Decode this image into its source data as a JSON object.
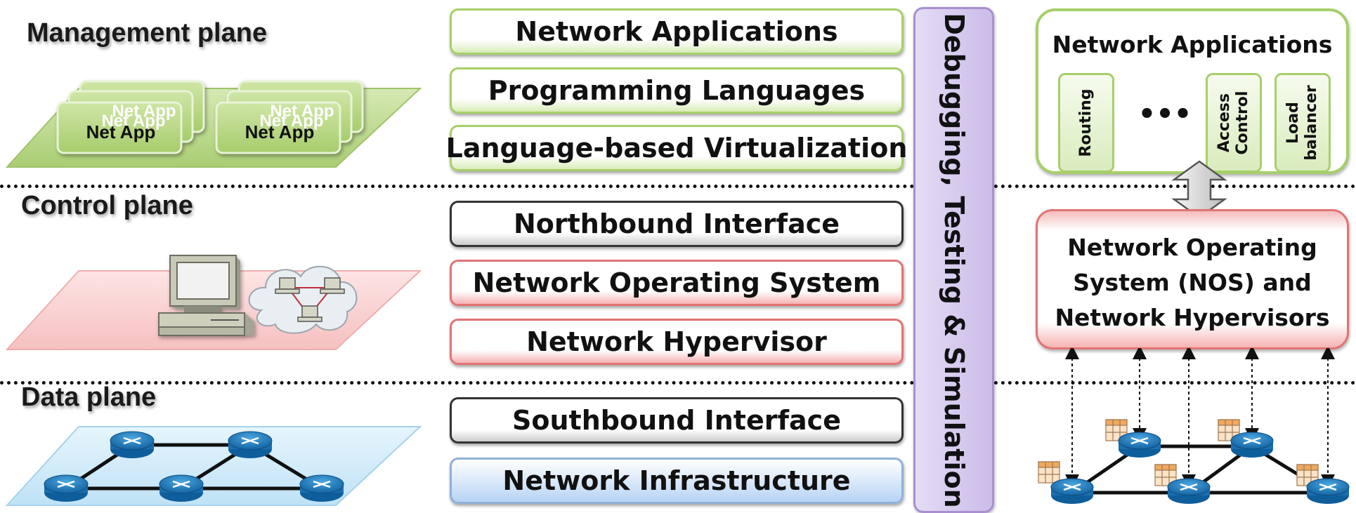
{
  "planes": {
    "management": "Management plane",
    "control": "Control plane",
    "data": "Data plane"
  },
  "net_app_label": "Net App",
  "layers": [
    {
      "label": "Network Applications",
      "style": "green"
    },
    {
      "label": "Programming Languages",
      "style": "green"
    },
    {
      "label": "Language-based Virtualization",
      "style": "green"
    },
    {
      "label": "Northbound Interface",
      "style": "black"
    },
    {
      "label": "Network Operating System",
      "style": "red"
    },
    {
      "label": "Network Hypervisor",
      "style": "red"
    },
    {
      "label": "Southbound Interface",
      "style": "black"
    },
    {
      "label": "Network Infrastructure",
      "style": "blue"
    }
  ],
  "cross_layer": "Debugging, Testing & Simulation",
  "app_box": {
    "title": "Network Applications",
    "tiles": [
      "Routing",
      "Access\nControl",
      "Load\nbalancer"
    ],
    "ellipsis": "•••"
  },
  "nos_box": {
    "lines": [
      "Network Operating",
      "System (NOS) and",
      "Network Hypervisors"
    ]
  },
  "colors": {
    "management_plane": "#bcd98f",
    "control_plane": "#f8cfcf",
    "data_plane": "#cfe9f8",
    "green_border": "#a6cf6a",
    "red_border": "#e07474",
    "blue_border": "#8fb0d8",
    "purple_bar": "#cbbce9",
    "router_blue": "#1f7fc1"
  },
  "icons": [
    "net-app-stack-icon",
    "computer-icon",
    "cloud-network-icon",
    "router-icon",
    "flow-table-icon",
    "double-arrow-icon"
  ]
}
